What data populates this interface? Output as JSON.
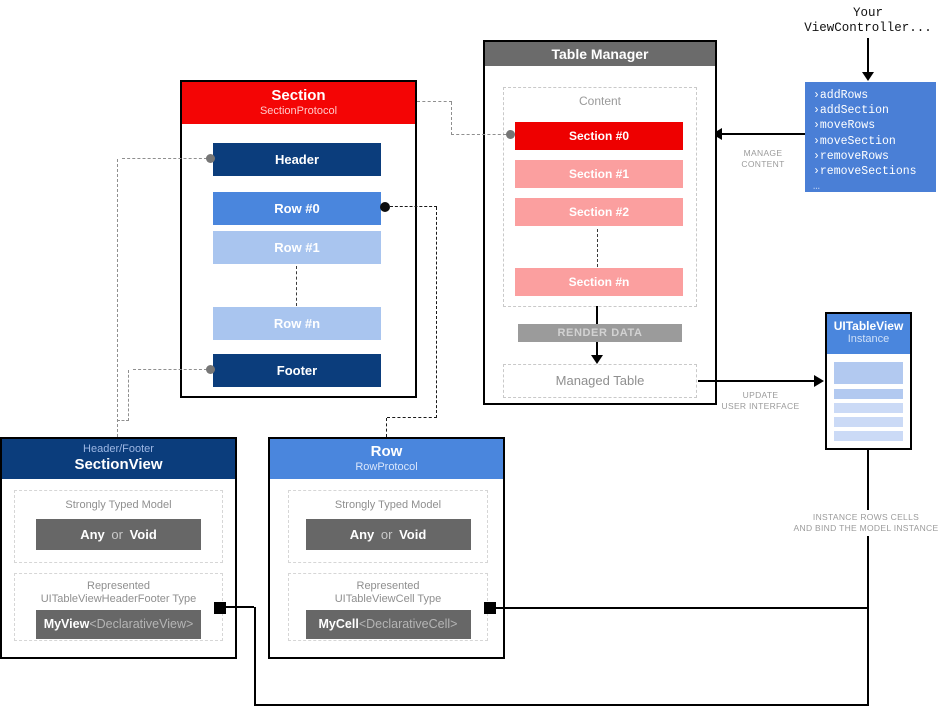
{
  "colors": {
    "section_header_red": "#f40505",
    "active_section_red": "#ee0000",
    "inactive_section_pink": "#fb9f9f",
    "navy": "#0b3d7c",
    "blue": "#4a86dd",
    "light_blue": "#a9c5ef",
    "api_box_blue": "#4a7fd6",
    "manager_header_gray": "#6b6b6b",
    "render_bar_gray": "#9b9b9b",
    "model_box_gray": "#676767",
    "table_row_blue": "#b2c9f0",
    "table_row_light_blue": "#cbdaf6"
  },
  "view_controller": {
    "line1": "Your",
    "line2": "ViewController..."
  },
  "api_box": {
    "methods": [
      "›addRows",
      "›addSection",
      "›moveRows",
      "›moveSection",
      "›removeRows",
      "›removeSections"
    ],
    "ellipsis": "…"
  },
  "table_manager": {
    "title": "Table Manager",
    "content_label": "Content",
    "sections": [
      "Section #0",
      "Section #1",
      "Section #2",
      "Section #n"
    ],
    "render_label": "RENDER DATA",
    "managed_table_label": "Managed Table"
  },
  "section_box": {
    "title": "Section",
    "subtitle": "SectionProtocol",
    "header_label": "Header",
    "row0": "Row #0",
    "row1": "Row #1",
    "rown": "Row #n",
    "footer_label": "Footer"
  },
  "section_view_box": {
    "supertitle": "Header/Footer",
    "title": "SectionView",
    "model_title": "Strongly Typed Model",
    "model_any": "Any",
    "model_or": "or",
    "model_void": "Void",
    "represented_title1": "Represented",
    "represented_title2": "UITableViewHeaderFooter Type",
    "type_name": "MyView",
    "type_generic": "<DeclarativeView>"
  },
  "row_box": {
    "title": "Row",
    "subtitle": "RowProtocol",
    "model_title": "Strongly Typed Model",
    "model_any": "Any",
    "model_or": "or",
    "model_void": "Void",
    "represented_title1": "Represented",
    "represented_title2": "UITableViewCell Type",
    "type_name": "MyCell",
    "type_generic": "<DeclarativeCell>"
  },
  "uitableview": {
    "title": "UITableView",
    "subtitle": "Instance"
  },
  "annotations": {
    "manage1": "MANAGE",
    "manage2": "CONTENT",
    "update1": "UPDATE",
    "update2": "USER INTERFACE",
    "instance1": "INSTANCE ROWS CELLS",
    "instance2": "AND BIND THE MODEL INSTANCE"
  }
}
